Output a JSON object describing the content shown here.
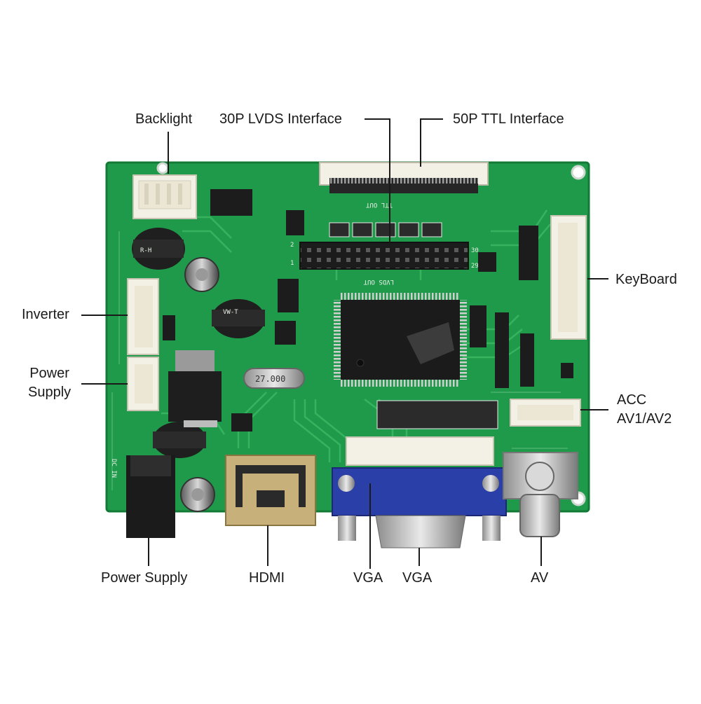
{
  "labels": {
    "backlight": "Backlight",
    "lvds": "30P LVDS Interface",
    "ttl": "50P TTL Interface",
    "keyboard": "KeyBoard",
    "inverter": "Inverter",
    "power_supply_left": "Power\nSupply",
    "acc": "ACC\nAV1/AV2",
    "power_supply_bottom": "Power Supply",
    "hdmi": "HDMI",
    "vga_1": "VGA",
    "vga_2": "VGA",
    "av": "AV"
  },
  "silkscreen": {
    "ttl_out": "TTL OUT",
    "lvds_out": "LVDS OUT",
    "crystal": "27.000",
    "inductor_1": "R-H",
    "inductor_2": "VW-T",
    "pin_30": "30",
    "pin_29": "29",
    "pin_2": "2",
    "pin_1": "1",
    "dc_in": "DC IN"
  },
  "colors": {
    "pcb": "#1f9a4a",
    "pcb_dark": "#137a36",
    "trace": "#3bb862",
    "connector": "#f3f0e6",
    "vga_blue": "#2a3fa8"
  }
}
